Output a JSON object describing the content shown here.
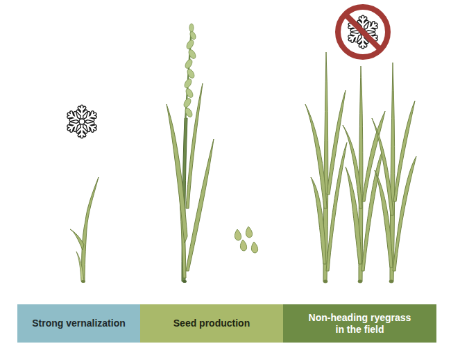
{
  "diagram": {
    "nodes": [
      {
        "text": [
          "Strong vernalization"
        ]
      },
      {
        "text": [
          "Seed production"
        ]
      },
      {
        "text": [
          "Non-heading ryegrass in the field"
        ]
      }
    ]
  }
}
